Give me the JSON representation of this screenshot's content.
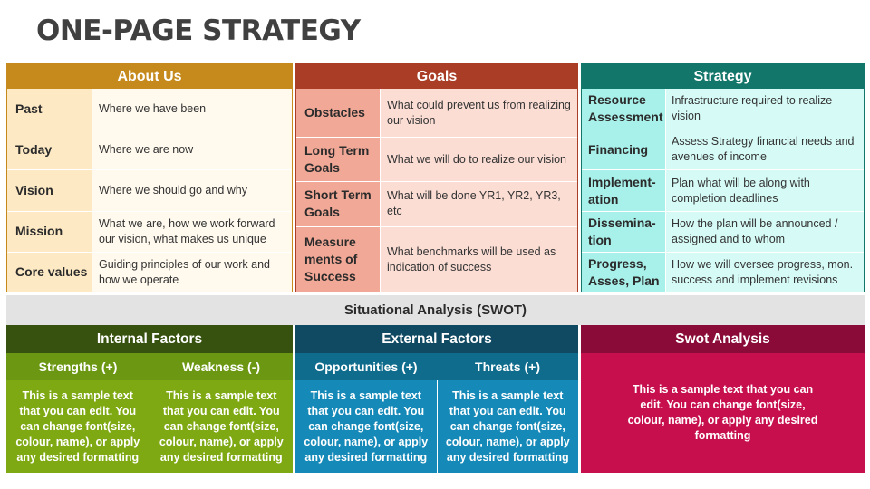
{
  "title": "ONE-PAGE STRATEGY",
  "about": {
    "header": "About Us",
    "rows": [
      {
        "label": "Past",
        "value": "Where we have been"
      },
      {
        "label": "Today",
        "value": "Where we are now"
      },
      {
        "label": "Vision",
        "value": "Where we should go and why"
      },
      {
        "label": "Mission",
        "value": "What we are, how we work forward our vision, what makes us unique"
      },
      {
        "label": "Core values",
        "value": "Guiding principles of our work and how we operate"
      }
    ]
  },
  "goals": {
    "header": "Goals",
    "rows": [
      {
        "label": "Obstacles",
        "value": "What could prevent us from realizing our vision"
      },
      {
        "label": "Long Term Goals",
        "value": "What we will do to realize our vision"
      },
      {
        "label": "Short Term Goals",
        "value": "What will be done YR1, YR2, YR3, etc"
      },
      {
        "label": "Measure ments of Success",
        "value": "What benchmarks will be used as indication of success"
      }
    ]
  },
  "strategy": {
    "header": "Strategy",
    "rows": [
      {
        "label": "Resource Assessment",
        "value": "Infrastructure required to realize vision"
      },
      {
        "label": "Financing",
        "value": "Assess Strategy financial needs and avenues of income"
      },
      {
        "label": "Implement-ation",
        "value": "Plan what will be along with completion deadlines"
      },
      {
        "label": "Dissemina-tion",
        "value": "How the plan will be announced / assigned and to whom"
      },
      {
        "label": "Progress, Asses, Plan",
        "value": "How we will oversee progress, mon. success and implement revisions"
      }
    ]
  },
  "swot": {
    "header": "Situational Analysis (SWOT)",
    "internal": {
      "header": "Internal Factors",
      "strengths_label": "Strengths (+)",
      "weakness_label": "Weakness (-)",
      "strengths_text": "This is a sample text that you can edit. You can change font(size, colour, name), or apply any desired formatting",
      "weakness_text": "This is a sample text that you can edit. You can change font(size, colour, name), or apply any desired formatting"
    },
    "external": {
      "header": "External Factors",
      "opportunities_label": "Opportunities (+)",
      "threats_label": "Threats (+)",
      "opportunities_text": "This is a sample text that you can edit. You can change font(size, colour, name), or apply any desired formatting",
      "threats_text": "This is a sample text that you can edit. You can change font(size, colour, name), or apply any desired formatting"
    },
    "analysis": {
      "header": "Swot Analysis",
      "text": "This is a sample text that you can edit. You can change font(size, colour, name), or apply any desired formatting"
    }
  },
  "colors": {
    "about": "#c58a1b",
    "goals": "#a93d26",
    "strategy": "#13766b",
    "internal": "#37520f",
    "external": "#0f4a62",
    "swot_analysis": "#8a0b37"
  }
}
